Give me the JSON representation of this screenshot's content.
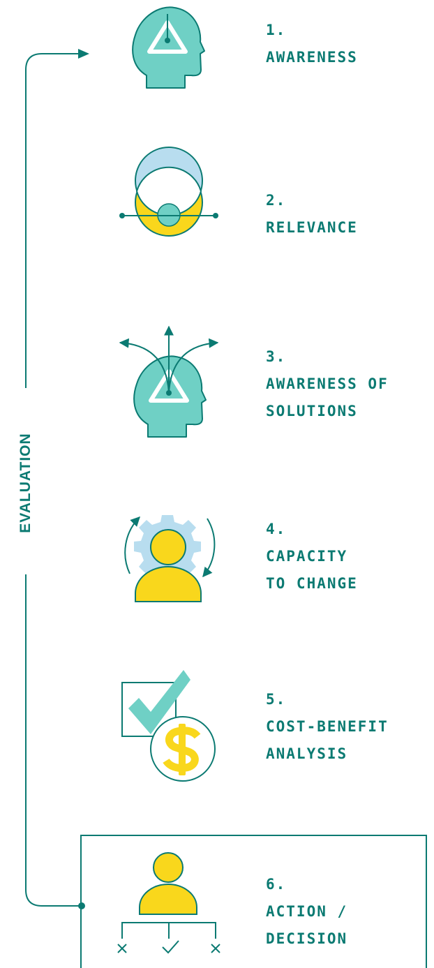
{
  "colors": {
    "teal_dark": "#0b7a72",
    "teal_light": "#6fd0c5",
    "blue_light": "#b8ddef",
    "yellow": "#f9d71c"
  },
  "side_label": "EVALUATION",
  "steps": [
    {
      "number": "1.",
      "lines": [
        "AWARENESS"
      ],
      "icon": "head-warning-icon"
    },
    {
      "number": "2.",
      "lines": [
        "RELEVANCE"
      ],
      "icon": "eye-venn-icon"
    },
    {
      "number": "3.",
      "lines": [
        "AWARENESS OF",
        "SOLUTIONS"
      ],
      "icon": "head-arrows-icon"
    },
    {
      "number": "4.",
      "lines": [
        "CAPACITY",
        "TO CHANGE"
      ],
      "icon": "person-gear-icon"
    },
    {
      "number": "5.",
      "lines": [
        "COST-BENEFIT",
        "ANALYSIS"
      ],
      "icon": "checkbox-dollar-icon"
    },
    {
      "number": "6.",
      "lines": [
        "ACTION /",
        "DECISION"
      ],
      "icon": "person-decision-icon"
    }
  ]
}
